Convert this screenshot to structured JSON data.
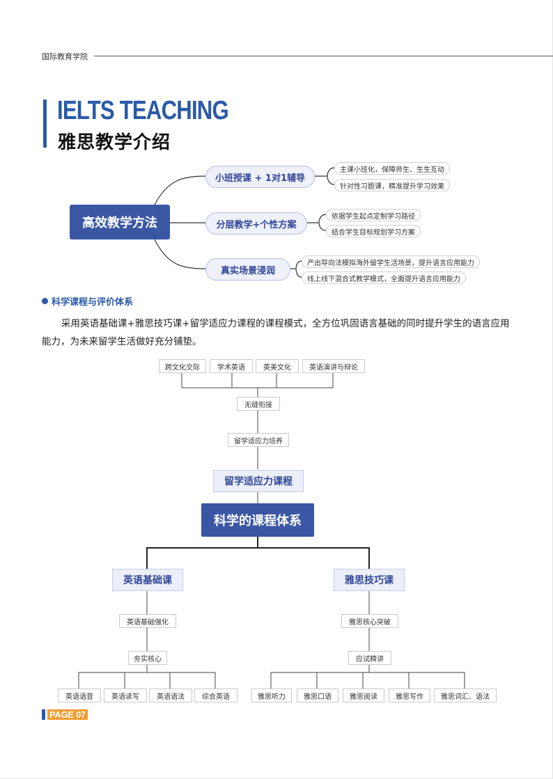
{
  "header": {
    "school": "国际教育学院"
  },
  "title": {
    "en": "IELTS TEACHING",
    "cn": "雅思教学介绍"
  },
  "mindmap": {
    "root": "高效教学方法",
    "branches": [
      {
        "label": "小班授课 + 1对1辅导",
        "leaves": [
          "主课小班化，保障师生、生生互动",
          "针对性习题课，精准提升学习效果"
        ]
      },
      {
        "label": "分层教学+个性方案",
        "leaves": [
          "依据学生起点定制学习路径",
          "结合学生目标规划学习方案"
        ]
      },
      {
        "label": "真实场景浸润",
        "leaves": [
          "产出导向法模拟海外留学生活场景，提升语言应用能力",
          "线上线下混合式教学模式，全面提升语言应用能力"
        ]
      }
    ]
  },
  "section": {
    "heading": "科学课程与评价体系",
    "paragraph": "采用英语基础课+雅思技巧课+留学适应力课程的课程模式，全方位巩固语言基础的同时提升学生的语言应用能力，为未来留学生活做好充分铺垫。"
  },
  "tree": {
    "top_items": [
      "跨文化交际",
      "学术英语",
      "英美文化",
      "英语演讲与辩论"
    ],
    "seamless": "无缝衔接",
    "adapt_train": "留学适应力培养",
    "adapt_course": "留学适应力课程",
    "core": "科学的课程体系",
    "left": {
      "title": "英语基础课",
      "step1": "英语基础强化",
      "step2": "夯实核心",
      "items": [
        "英语语音",
        "英语读写",
        "英语语法",
        "综合英语"
      ]
    },
    "right": {
      "title": "雅思技巧课",
      "step1": "雅思核心突破",
      "step2": "应试精讲",
      "items": [
        "雅思听力",
        "雅思口语",
        "雅思阅读",
        "雅思写作",
        "雅思词汇、语法"
      ]
    }
  },
  "footer": {
    "page": "PAGE 07"
  },
  "colors": {
    "primary": "#3b57a4",
    "title_blue": "#2a5aa8",
    "page_orange": "#f39c2f"
  }
}
